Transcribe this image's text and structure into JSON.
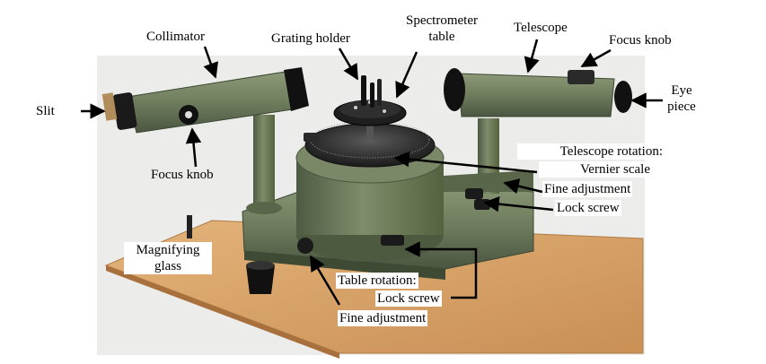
{
  "labels": {
    "slit": "Slit",
    "collimator": "Collimator",
    "grating_holder": "Grating holder",
    "spectrometer_table_l1": "Spectrometer",
    "spectrometer_table_l2": "table",
    "telescope": "Telescope",
    "focus_knob_telescope": "Focus knob",
    "eyepiece_l1": "Eye",
    "eyepiece_l2": "piece",
    "focus_knob_collimator": "Focus knob",
    "telescope_rotation": "Telescope rotation:",
    "vernier_scale": "Vernier scale",
    "fine_adjustment_telescope": "Fine adjustment",
    "lock_screw_telescope": "Lock screw",
    "magnifying_l1": "Magnifying",
    "magnifying_l2": "glass",
    "table_rotation": "Table rotation:",
    "lock_screw_table": "Lock screw",
    "fine_adjustment_table": "Fine adjustment"
  },
  "colors": {
    "instrument_green": "#6f7d5e",
    "instrument_dark": "#4d5a40",
    "wood": "#d9a66b",
    "backdrop": "#e9e9e6"
  }
}
